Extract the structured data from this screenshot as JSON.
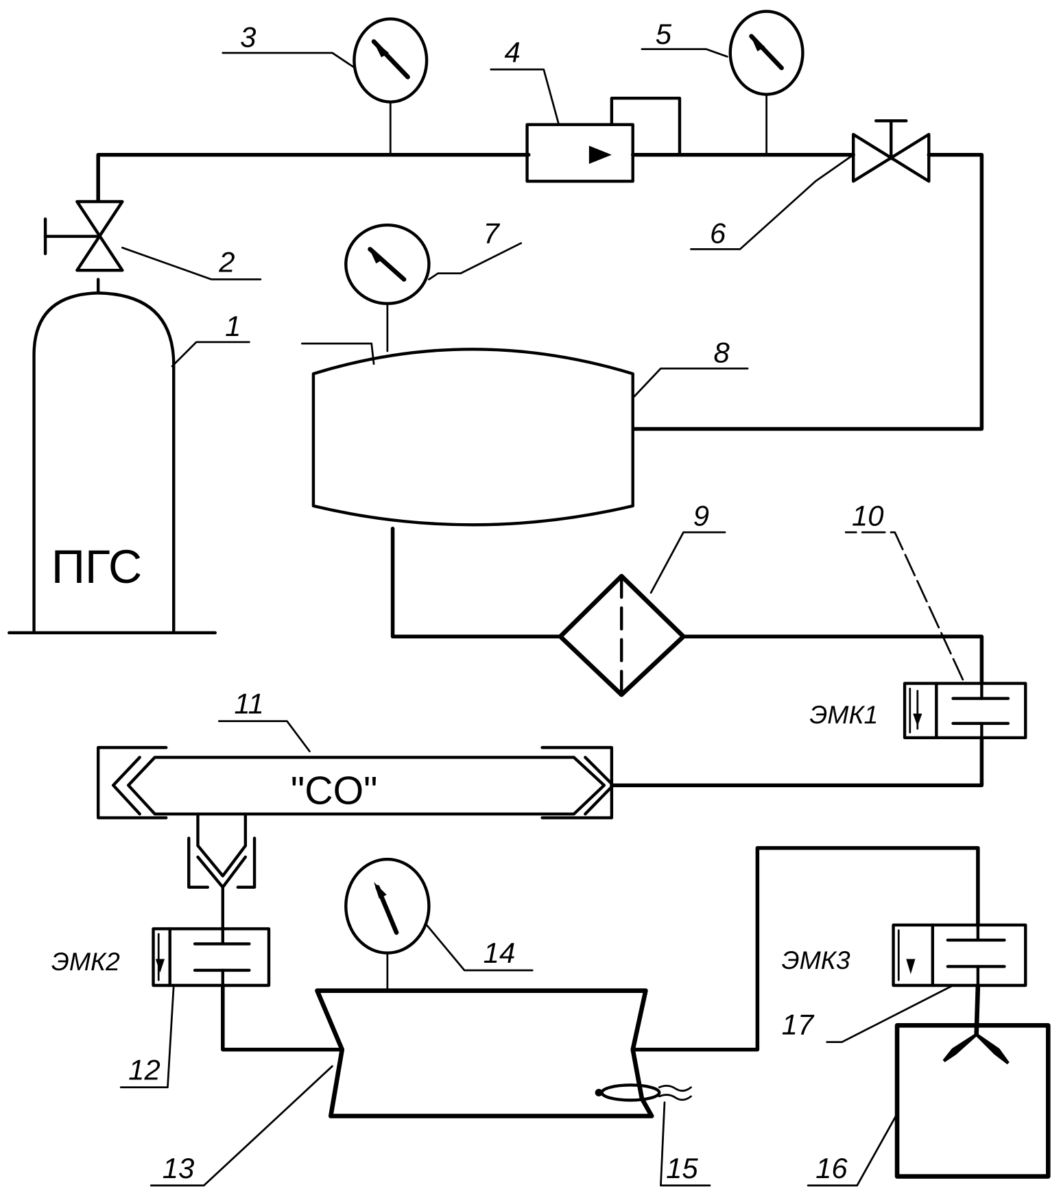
{
  "diagram": {
    "type": "gas calibration setup schematic",
    "cylinder_label": "ПГС",
    "analyzer_label": "\"CO\"",
    "valve_labels": {
      "emk1": "ЭМК1",
      "emk2": "ЭМК2",
      "emk3": "ЭМК3"
    },
    "callouts": {
      "c1": "1",
      "c2": "2",
      "c3": "3",
      "c4": "4",
      "c5": "5",
      "c6": "6",
      "c7": "7",
      "c8": "8",
      "c9": "9",
      "c10": "10",
      "c11": "11",
      "c12": "12",
      "c13": "13",
      "c14": "14",
      "c15": "15",
      "c16": "16",
      "c17": "17"
    },
    "components": [
      {
        "id": "1",
        "name": "gas cylinder (ПГС)"
      },
      {
        "id": "2",
        "name": "cylinder valve"
      },
      {
        "id": "3",
        "name": "pressure gauge"
      },
      {
        "id": "4",
        "name": "pressure regulator"
      },
      {
        "id": "5",
        "name": "pressure gauge"
      },
      {
        "id": "6",
        "name": "needle valve"
      },
      {
        "id": "7",
        "name": "pressure gauge"
      },
      {
        "id": "8",
        "name": "receiver vessel"
      },
      {
        "id": "9",
        "name": "filter"
      },
      {
        "id": "10",
        "name": "solenoid valve ЭМК1"
      },
      {
        "id": "11",
        "name": "CO analyzer"
      },
      {
        "id": "12",
        "name": "solenoid valve ЭМК2"
      },
      {
        "id": "13",
        "name": "chamber"
      },
      {
        "id": "14",
        "name": "pressure gauge"
      },
      {
        "id": "15",
        "name": "sensor"
      },
      {
        "id": "16",
        "name": "exhaust container"
      },
      {
        "id": "17",
        "name": "solenoid valve ЭМК3"
      }
    ]
  }
}
